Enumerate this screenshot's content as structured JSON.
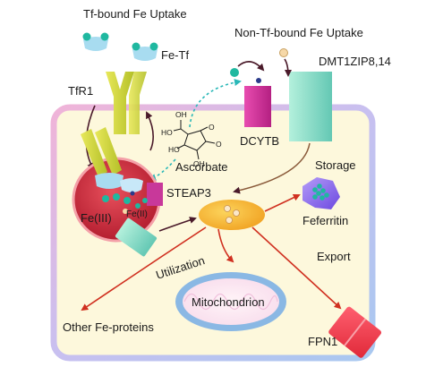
{
  "labels": {
    "tf_uptake": "Tf-bound Fe Uptake",
    "non_tf_uptake": "Non-Tf-bound Fe Uptake",
    "fe_tf": "Fe-Tf",
    "tfr1": "TfR1",
    "dmt1": "DMT1ZIP8,14",
    "dcytb": "DCYTB",
    "ascorbate": "Ascorbate",
    "steap3": "STEAP3",
    "fe3": "Fe(III)",
    "fe2": "Fe(II)",
    "storage": "Storage",
    "ferritin": "Feferritin",
    "export": "Export",
    "utilization": "Utilization",
    "mitochondrion": "Mitochondrion",
    "other_fe": "Other Fe-proteins",
    "fpn1": "FPN1"
  },
  "ascorbate_atoms": {
    "oh1": "OH",
    "oh2": "OH",
    "ho1": "HO",
    "ho2": "HO",
    "o1": "O",
    "o2": "O"
  },
  "colors": {
    "cell_fill": "#fdf8dc",
    "tfr1": "#d4d42a",
    "dmt1": "#8fe0c8",
    "dcytb": "#cc2f96",
    "endosome": "#c8283c",
    "lip": "#f5b428",
    "ferritin": "#8c6cf0",
    "mitochondrion": "#8ab8e4",
    "fpn1": "#f03c4c",
    "steap3": "#c8389a",
    "iron_dot": "#1fb8a0",
    "arrow_dark": "#4a1a2a",
    "arrow_red": "#d03020",
    "arrow_teal": "#2ab8b8"
  }
}
